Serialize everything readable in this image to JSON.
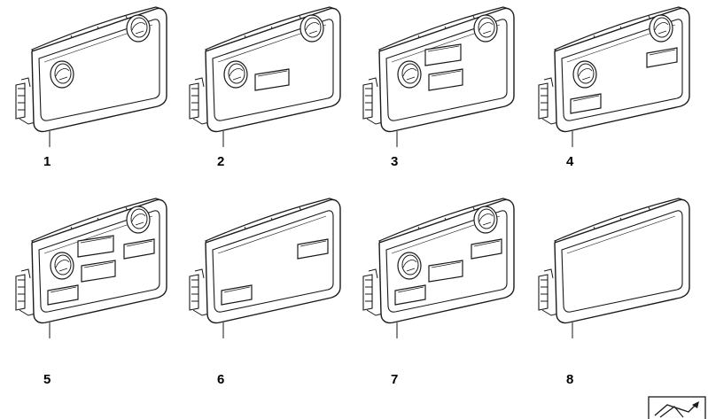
{
  "parts": [
    {
      "callout": "1",
      "controls": [
        "knob-left",
        "knob-right"
      ]
    },
    {
      "callout": "2",
      "controls": [
        "knob-left",
        "knob-right",
        "slot-mid-low"
      ]
    },
    {
      "callout": "3",
      "controls": [
        "knob-left",
        "knob-right",
        "slot-mid-up",
        "slot-mid-low"
      ]
    },
    {
      "callout": "4",
      "controls": [
        "knob-left",
        "knob-right",
        "slot-right-up",
        "slot-left-low"
      ]
    },
    {
      "callout": "5",
      "controls": [
        "knob-left",
        "knob-right",
        "slot-mid-up",
        "slot-mid-low",
        "slot-right-up",
        "slot-left-low"
      ]
    },
    {
      "callout": "6",
      "controls": [
        "slot-right-up",
        "slot-left-low"
      ]
    },
    {
      "callout": "7",
      "controls": [
        "knob-left",
        "knob-right",
        "slot-mid-low",
        "slot-right-up",
        "slot-left-low"
      ]
    },
    {
      "callout": "8",
      "controls": []
    }
  ],
  "colors": {
    "line": "#1a1a1a",
    "background": "#ffffff"
  },
  "icons": {
    "badge": "navigation-arrow-icon"
  }
}
